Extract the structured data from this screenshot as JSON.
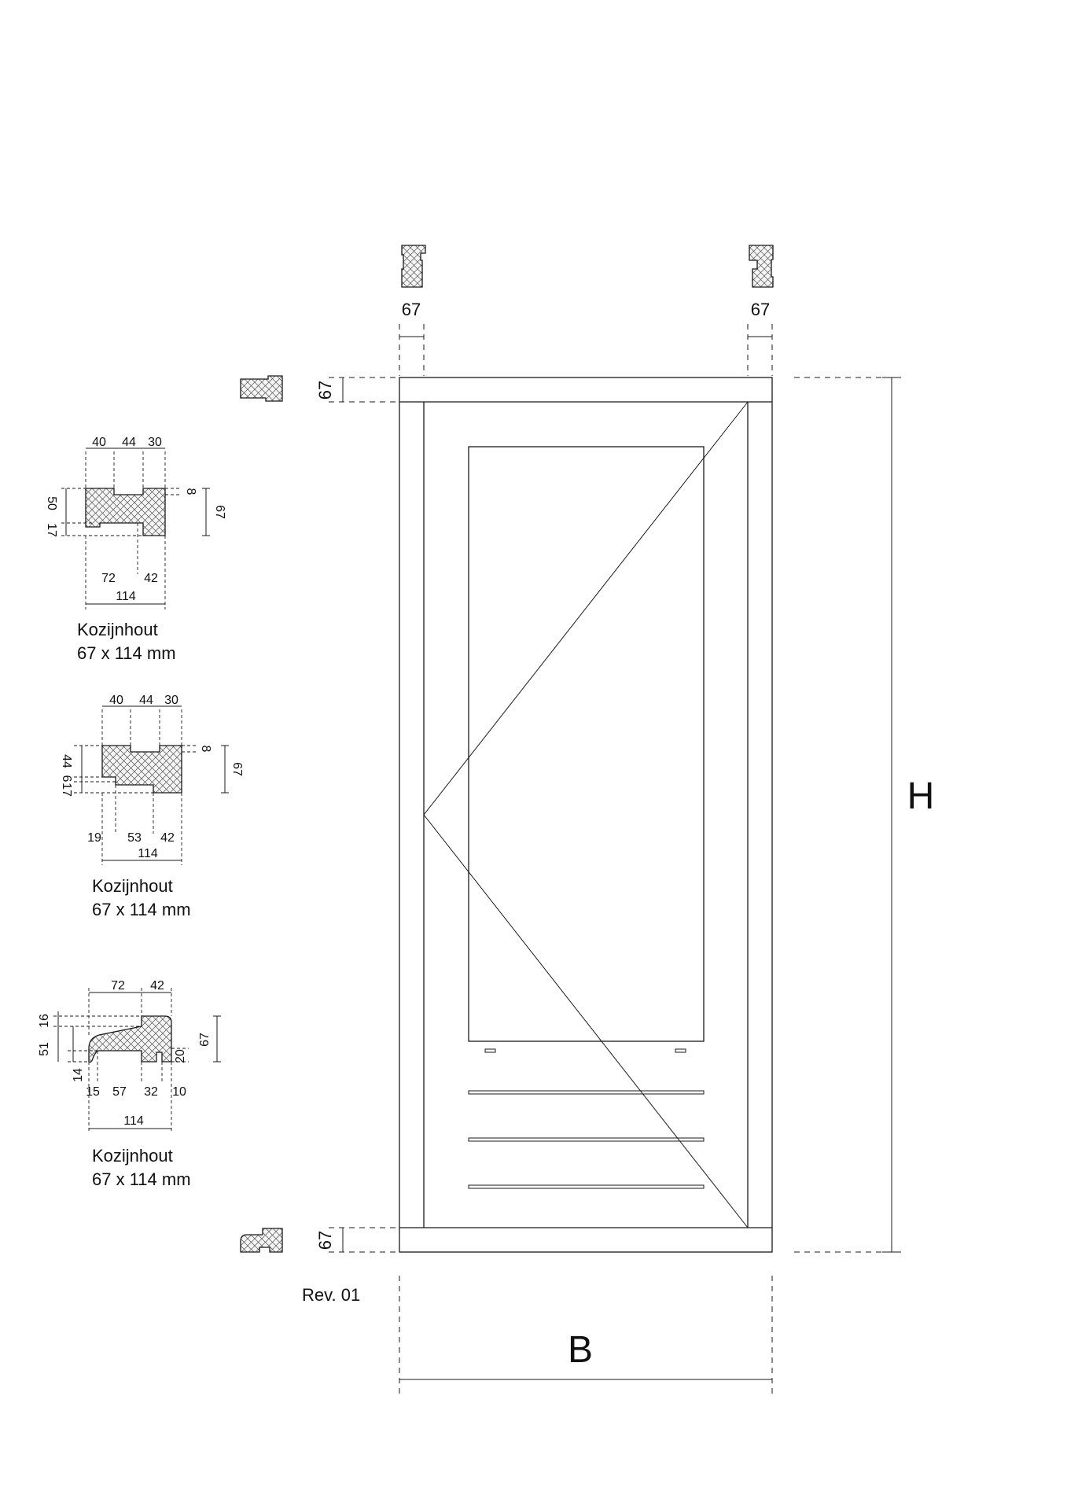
{
  "elevation": {
    "width_label": "B",
    "height_label": "H",
    "rev_label": "Rev. 01",
    "jamb_left_dim": "67",
    "jamb_right_dim": "67",
    "head_dim": "67",
    "sill_dim": "67"
  },
  "profiles": [
    {
      "top_dims": [
        "40",
        "44",
        "30"
      ],
      "left_dims": [
        "50",
        "17"
      ],
      "right_small_dim": "8",
      "height_dim": "67",
      "bottom_dims": [
        "72",
        "42"
      ],
      "total_dim": "114",
      "caption_line1": "Kozijnhout",
      "caption_line2": "67 x 114 mm"
    },
    {
      "top_dims": [
        "40",
        "44",
        "30"
      ],
      "left_dims": [
        "44",
        "6",
        "17"
      ],
      "right_small_dim": "8",
      "height_dim": "67",
      "bottom_dims": [
        "19",
        "53",
        "42"
      ],
      "total_dim": "114",
      "caption_line1": "Kozijnhout",
      "caption_line2": "67 x 114 mm"
    },
    {
      "top_dims": [
        "72",
        "42"
      ],
      "left_dims": [
        "16",
        "51",
        "14"
      ],
      "right_small_dim": "20",
      "height_dim": "67",
      "bottom_dims": [
        "15",
        "57",
        "32",
        "10"
      ],
      "total_dim": "114",
      "caption_line1": "Kozijnhout",
      "caption_line2": "67 x 114 mm"
    }
  ],
  "colors": {
    "line": "#1a1a1a",
    "hatch": "#555555",
    "background": "#ffffff"
  }
}
